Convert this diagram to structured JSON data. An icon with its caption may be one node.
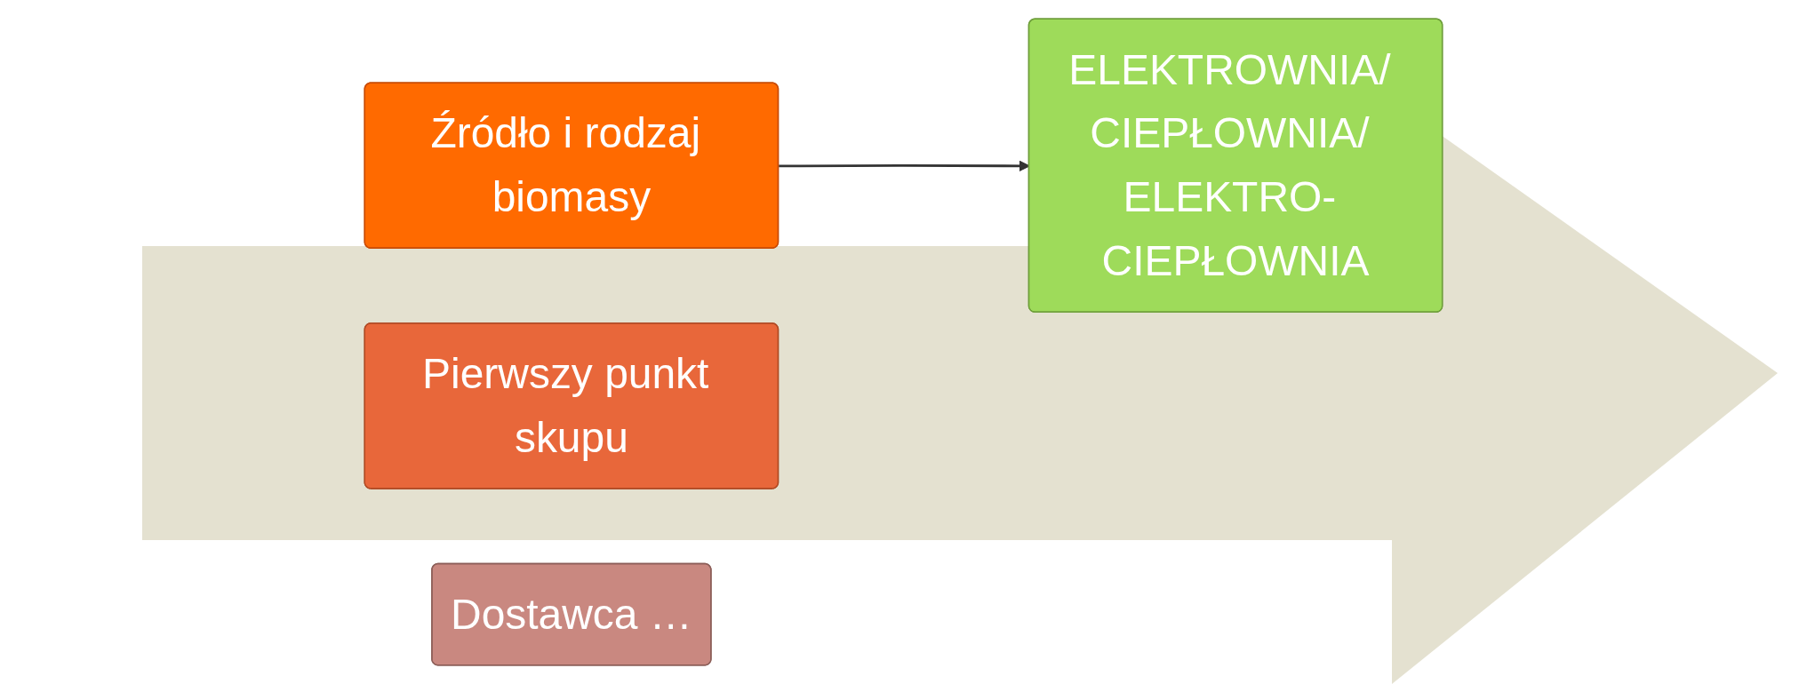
{
  "diagram": {
    "nodes": [
      {
        "text": [
          "Źródło i rodzaj biomasy"
        ]
      },
      {
        "text": [
          "Pierwszy punkt skupu"
        ]
      },
      {
        "text": [
          "Dostawca …"
        ]
      },
      {
        "text": [
          "ELEKTROWNIA/ CIEPŁOWNIA/ ELEKTRO- CIEPŁOWNIA"
        ]
      }
    ],
    "edges": [
      {
        "from": 0,
        "to": 3,
        "arrow": "to"
      }
    ]
  }
}
